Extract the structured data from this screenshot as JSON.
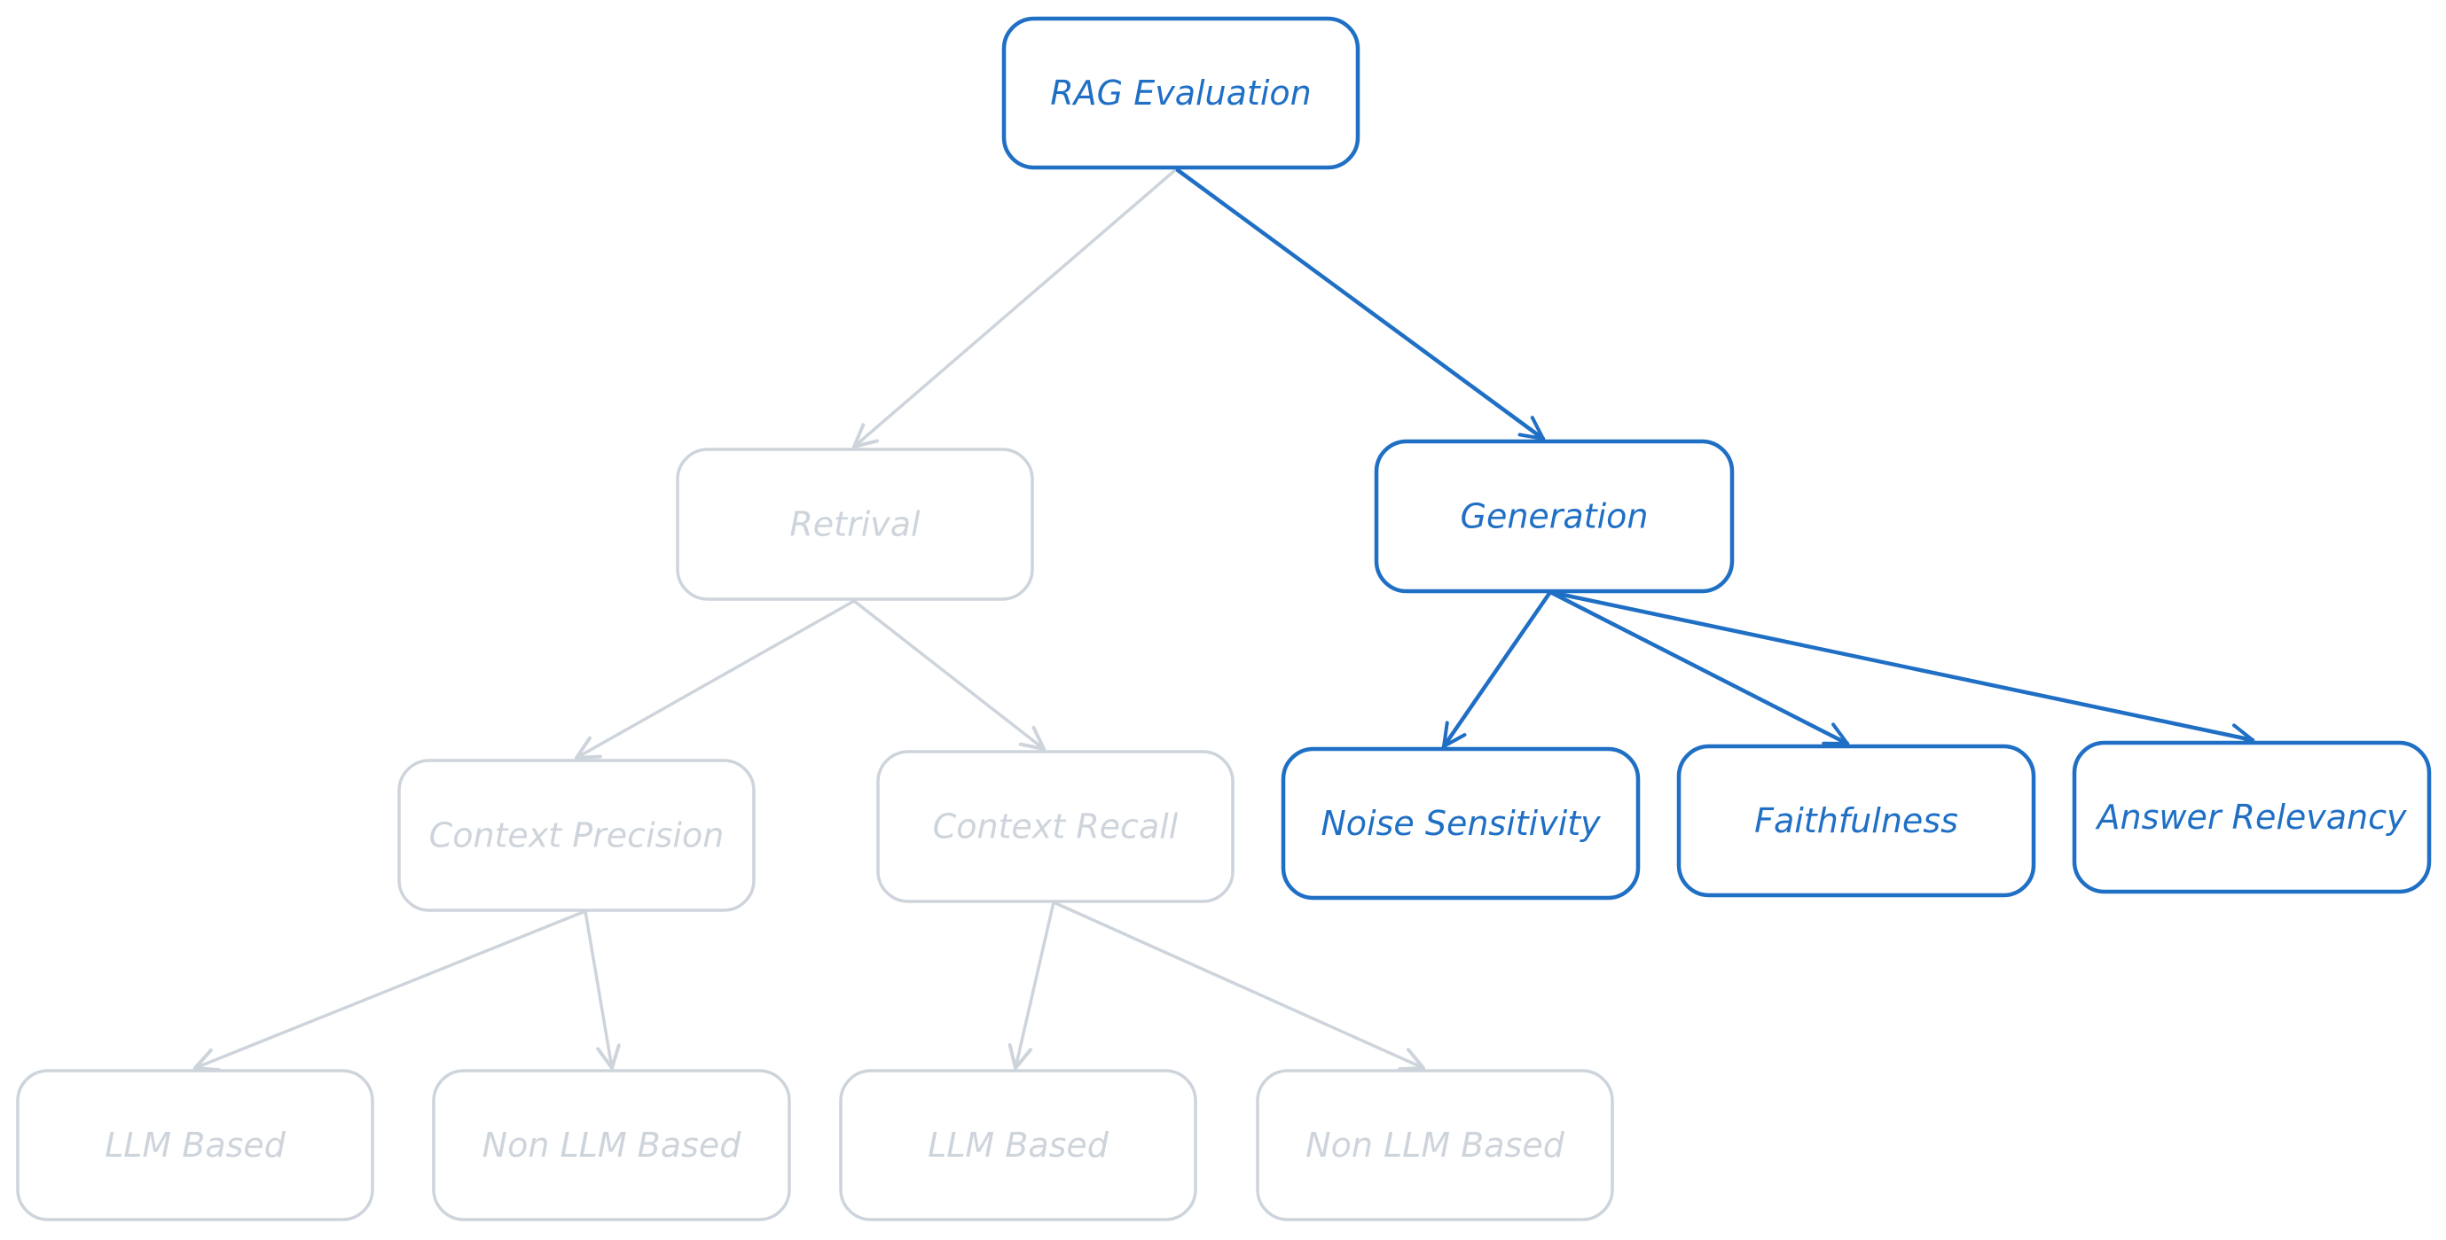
{
  "colors": {
    "active": "#1f6fc5",
    "inactive": "#ced4db",
    "background": "#ffffff"
  },
  "nodes": {
    "rag_evaluation": {
      "label": "RAG Evaluation",
      "state": "active"
    },
    "retrival": {
      "label": "Retrival",
      "state": "inactive"
    },
    "generation": {
      "label": "Generation",
      "state": "active"
    },
    "context_precision": {
      "label": "Context Precision",
      "state": "inactive"
    },
    "context_recall": {
      "label": "Context Recall",
      "state": "inactive"
    },
    "noise_sensitivity": {
      "label": "Noise Sensitivity",
      "state": "active"
    },
    "faithfulness": {
      "label": "Faithfulness",
      "state": "active"
    },
    "answer_relevancy": {
      "label": "Answer Relevancy",
      "state": "active"
    },
    "precision_llm_based": {
      "label": "LLM Based",
      "state": "inactive"
    },
    "precision_non_llm_based": {
      "label": "Non LLM Based",
      "state": "inactive"
    },
    "recall_llm_based": {
      "label": "LLM Based",
      "state": "inactive"
    },
    "recall_non_llm_based": {
      "label": "Non LLM Based",
      "state": "inactive"
    }
  },
  "edges": [
    {
      "from": "rag_evaluation",
      "to": "retrival",
      "state": "inactive"
    },
    {
      "from": "rag_evaluation",
      "to": "generation",
      "state": "active"
    },
    {
      "from": "retrival",
      "to": "context_precision",
      "state": "inactive"
    },
    {
      "from": "retrival",
      "to": "context_recall",
      "state": "inactive"
    },
    {
      "from": "generation",
      "to": "noise_sensitivity",
      "state": "active"
    },
    {
      "from": "generation",
      "to": "faithfulness",
      "state": "active"
    },
    {
      "from": "generation",
      "to": "answer_relevancy",
      "state": "active"
    },
    {
      "from": "context_precision",
      "to": "precision_llm_based",
      "state": "inactive"
    },
    {
      "from": "context_precision",
      "to": "precision_non_llm_based",
      "state": "inactive"
    },
    {
      "from": "context_recall",
      "to": "recall_llm_based",
      "state": "inactive"
    },
    {
      "from": "context_recall",
      "to": "recall_non_llm_based",
      "state": "inactive"
    }
  ]
}
